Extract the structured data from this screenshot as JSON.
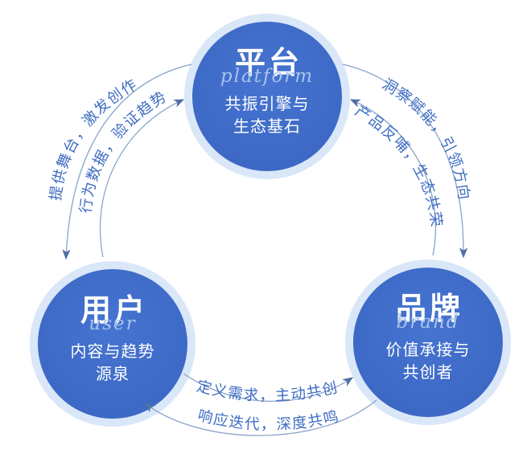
{
  "nodes": {
    "platform": {
      "title": "平台",
      "subtitle_en": "platform",
      "desc": [
        "共振引擎与",
        "生态基石"
      ]
    },
    "user": {
      "title": "用户",
      "subtitle_en": "user",
      "desc": [
        "内容与趋势",
        "源泉"
      ]
    },
    "brand": {
      "title": "品牌",
      "subtitle_en": "brand",
      "desc": [
        "价值承接与",
        "共创者"
      ]
    }
  },
  "edges": {
    "platform_to_user": {
      "from": "平台",
      "to": "用户",
      "label": "提供舞台，激发创作"
    },
    "user_to_platform": {
      "from": "用户",
      "to": "平台",
      "label": "行为数据，验证趋势"
    },
    "platform_to_brand": {
      "from": "平台",
      "to": "品牌",
      "label": "洞察赋能，引领方向"
    },
    "brand_to_platform": {
      "from": "品牌",
      "to": "平台",
      "label": "产品反哺，生态共荣"
    },
    "user_to_brand": {
      "from": "用户",
      "to": "品牌",
      "label": "定义需求，主动共创"
    },
    "brand_to_user": {
      "from": "品牌",
      "to": "用户",
      "label": "响应迭代，深度共鸣"
    }
  },
  "colors": {
    "background": "#ffffff",
    "circle_fill": "#3d6bc7",
    "circle_ring": "#d9e7f8",
    "circle_text": "#ffffff",
    "script_text": "#a8c4ee",
    "arrow_line": "#8aa3c9",
    "arrowhead": "#4f6fa6",
    "arc_label_text": "#3e6dc2"
  }
}
